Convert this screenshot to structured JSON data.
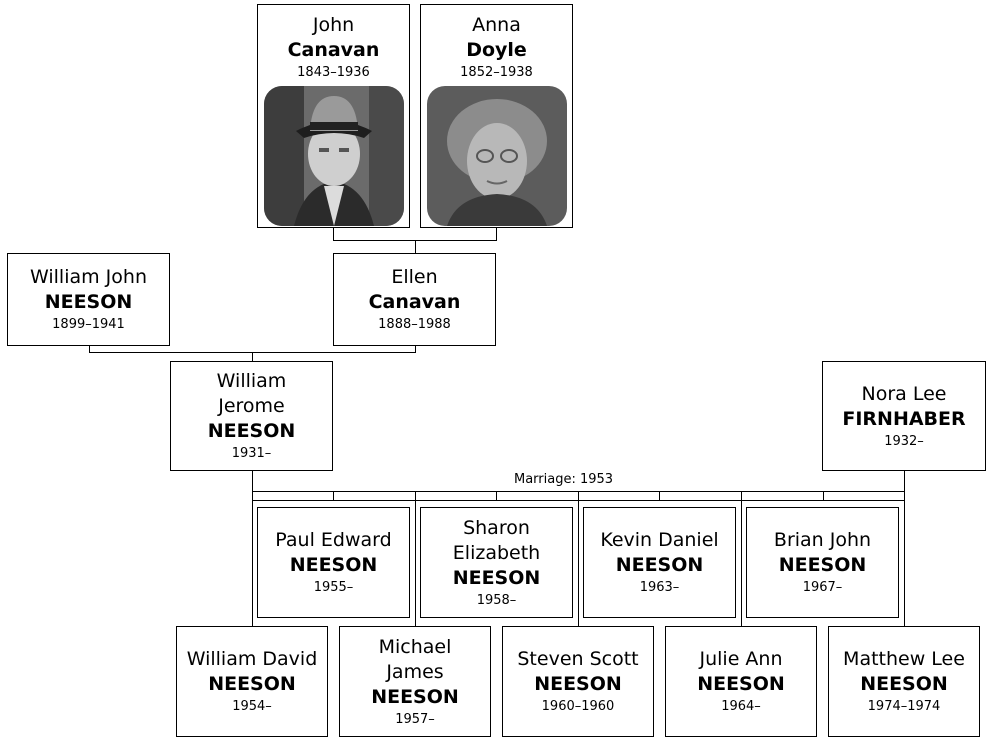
{
  "tree": {
    "grandparents": [
      {
        "given": "John",
        "surname": "Canavan",
        "dates": "1843–1936",
        "photo": "portrait-man-hat"
      },
      {
        "given": "Anna",
        "surname": "Doyle",
        "dates": "1852–1938",
        "photo": "portrait-woman"
      }
    ],
    "parents": [
      {
        "given": "William John",
        "surname": "NEESON",
        "dates": "1899–1941"
      },
      {
        "given": "Ellen",
        "surname": "Canavan",
        "dates": "1888–1988"
      }
    ],
    "couple": [
      {
        "given": "William\nJerome",
        "surname": "NEESON",
        "dates": "1931–"
      },
      {
        "given": "Nora Lee",
        "surname": "FIRNHABER",
        "dates": "1932–"
      }
    ],
    "marriage_label": "Marriage: 1953",
    "children_upper": [
      {
        "given": "Paul Edward",
        "surname": "NEESON",
        "dates": "1955–"
      },
      {
        "given": "Sharon\nElizabeth",
        "surname": "NEESON",
        "dates": "1958–"
      },
      {
        "given": "Kevin Daniel",
        "surname": "NEESON",
        "dates": "1963–"
      },
      {
        "given": "Brian John",
        "surname": "NEESON",
        "dates": "1967–"
      }
    ],
    "children_lower": [
      {
        "given": "William David",
        "surname": "NEESON",
        "dates": "1954–"
      },
      {
        "given": "Michael\nJames",
        "surname": "NEESON",
        "dates": "1957–"
      },
      {
        "given": "Steven Scott",
        "surname": "NEESON",
        "dates": "1960–1960"
      },
      {
        "given": "Julie Ann",
        "surname": "NEESON",
        "dates": "1964–"
      },
      {
        "given": "Matthew Lee",
        "surname": "NEESON",
        "dates": "1974–1974"
      }
    ]
  }
}
